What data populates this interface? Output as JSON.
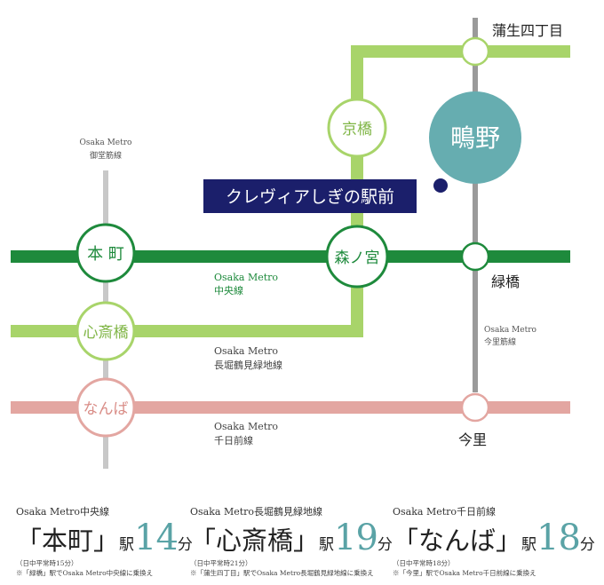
{
  "lines": {
    "midosuji": {
      "name_en": "Osaka Metro",
      "name_jp": "御堂筋線",
      "color": "#c8c8c8"
    },
    "chuo": {
      "name_en": "Osaka Metro",
      "name_jp": "中央線",
      "color": "#1e8a3c"
    },
    "nagahori": {
      "name_en": "Osaka Metro",
      "name_jp": "長堀鶴見緑地線",
      "color": "#a8d46a"
    },
    "sennichimae": {
      "name_en": "Osaka Metro",
      "name_jp": "千日前線",
      "color": "#e3a6a1"
    },
    "imazatosuji": {
      "name_en": "Osaka Metro",
      "name_jp": "今里筋線",
      "color": "#9a9a9a"
    }
  },
  "stations": {
    "honmachi": "本 町",
    "shinsaibashi": "心斎橋",
    "namba": "なんば",
    "kyobashi": "京橋",
    "morinomiya": "森ノ宮",
    "shigino": "鴫野",
    "gamo": "蒲生四丁目",
    "midoribashi": "緑橋",
    "imazato": "今里"
  },
  "property_label": "クレヴィアしぎの駅前",
  "colors": {
    "navy": "#1b1f6b",
    "teal": "#66adb0",
    "teal_dark": "#5aa3a6"
  },
  "access": [
    {
      "line": "Osaka Metro中央線",
      "station": "「本町」",
      "eki": "駅",
      "minutes": "14",
      "fun": "分",
      "note1": "（日中平常時15分）",
      "note2": "※「緑橋」駅でOsaka Metro中央線に乗換え"
    },
    {
      "line": "Osaka Metro長堀鶴見緑地線",
      "station": "「心斎橋」",
      "eki": "駅",
      "minutes": "19",
      "fun": "分",
      "note1": "（日中平常時21分）",
      "note2": "※「蒲生四丁目」駅でOsaka Metro長堀鶴見緑地線に乗換え"
    },
    {
      "line": "Osaka Metro千日前線",
      "station": "「なんば」",
      "eki": "駅",
      "minutes": "18",
      "fun": "分",
      "note1": "（日中平常時18分）",
      "note2": "※「今里」駅でOsaka Metro千日前線に乗換え"
    }
  ]
}
